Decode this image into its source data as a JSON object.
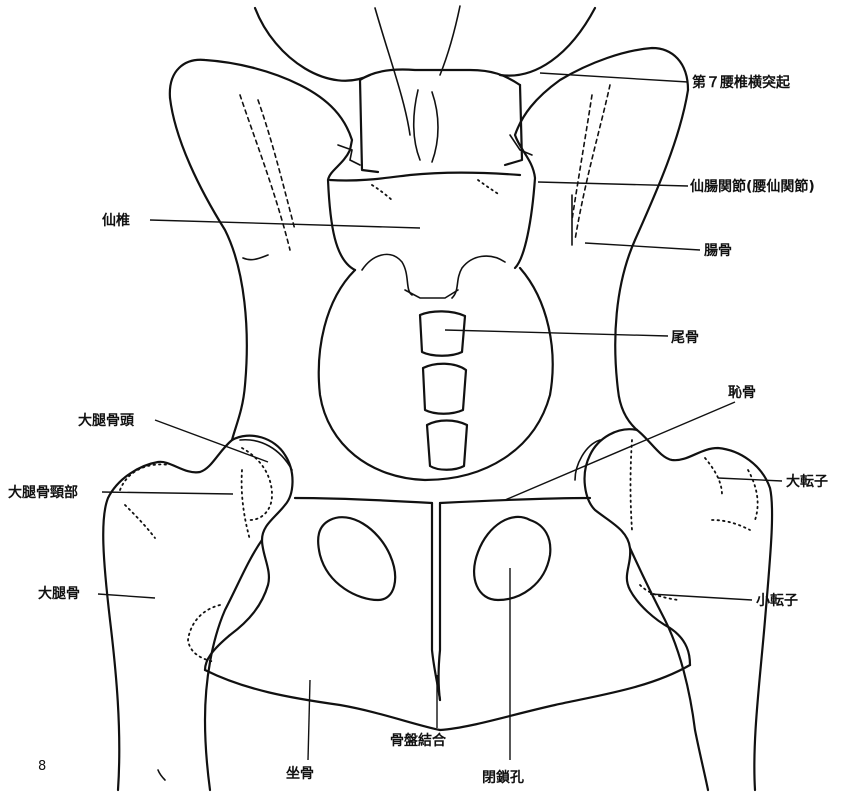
{
  "figure": {
    "number": "8",
    "labels": {
      "lumbar_transverse": "第７腰椎横突起",
      "sacroiliac_joint": "仙腸関節(腰仙関節)",
      "ilium": "腸骨",
      "sacrum": "仙椎",
      "coccyx": "尾骨",
      "pubis": "恥骨",
      "femoral_head": "大腿骨頭",
      "femoral_neck": "大腿骨頸部",
      "greater_trochanter": "大転子",
      "femur": "大腿骨",
      "lesser_trochanter": "小転子",
      "ischium": "坐骨",
      "pelvic_symphysis": "骨盤結合",
      "obturator_foramen": "閉鎖孔"
    }
  }
}
